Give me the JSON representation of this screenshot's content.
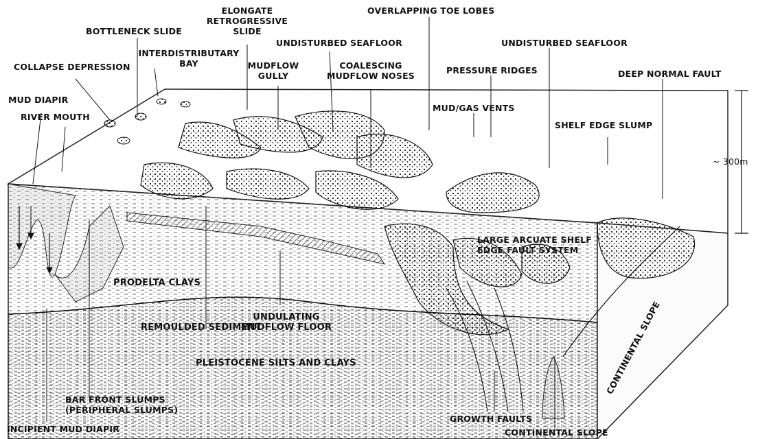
{
  "labels": {
    "bottleneck_slide": "BOTTLENECK SLIDE",
    "elongate_retrogressive_slide": [
      "ELONGATE",
      "RETROGRESSIVE",
      "SLIDE"
    ],
    "overlapping_toe_lobes": "OVERLAPPING TOE LOBES",
    "interdistributary_bay": [
      "INTERDISTRIBUTARY",
      "BAY"
    ],
    "undisturbed_seafloor_1": "UNDISTURBED SEAFLOOR",
    "undisturbed_seafloor_2": "UNDISTURBED SEAFLOOR",
    "collapse_depression": "COLLAPSE DEPRESSION",
    "mudflow_gully": [
      "MUDFLOW",
      "GULLY"
    ],
    "coalescing_mudflow_noses": [
      "COALESCING",
      "MUDFLOW NOSES"
    ],
    "pressure_ridges": "PRESSURE RIDGES",
    "deep_normal_fault": "DEEP NORMAL FAULT",
    "mud_diapir": "MUD DIAPIR",
    "mud_gas_vents": "MUD/GAS VENTS",
    "river_mouth": "RIVER MOUTH",
    "shelf_edge_slump": "SHELF EDGE SLUMP",
    "scale": "~ 300m",
    "large_arcuate": [
      "LARGE ARCUATE SHELF",
      "EDGE FAULT SYSTEM"
    ],
    "prodelta_clays": "PRODELTA CLAYS",
    "remoulded_sediment": "REMOULDED SEDIMENT",
    "undulating_mudflow_floor": [
      "UNDULATING",
      "MUDFLOW FLOOR"
    ],
    "continental_slope_side": "CONTINENTAL SLOPE",
    "pleistocene": "PLEISTOCENE SILTS AND CLAYS",
    "bar_front_slumps": [
      "BAR FRONT SLUMPS",
      "(PERIPHERAL SLUMPS)"
    ],
    "incipient_mud_diapir": "INCIPIENT MUD DIAPIR",
    "growth_faults": "GROWTH FAULTS",
    "continental_slope_bottom": "CONTINENTAL SLOPE"
  }
}
